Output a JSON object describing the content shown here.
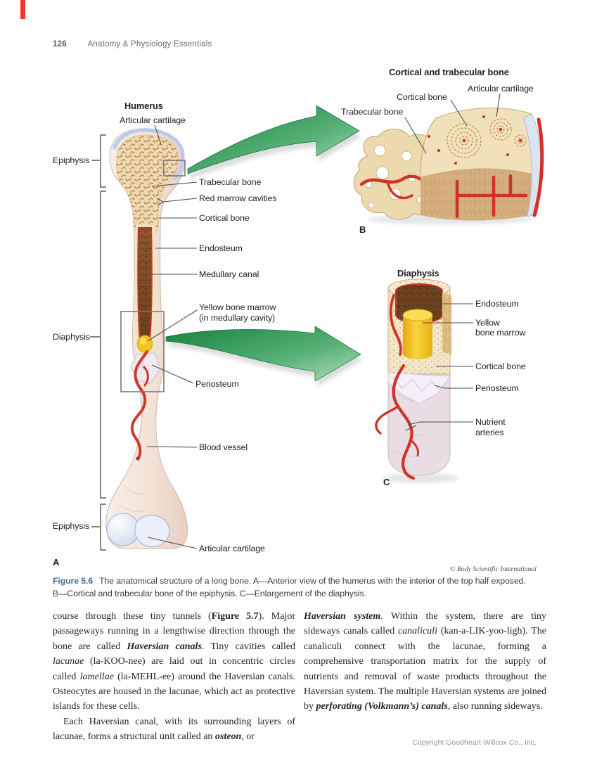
{
  "header": {
    "page_number": "126",
    "book_title": "Anatomy & Physiology Essentials"
  },
  "figure": {
    "panel_a": {
      "title": "Humerus",
      "letter": "A",
      "bracket_labels": {
        "epiphysis_top": "Epiphysis",
        "diaphysis": "Diaphysis",
        "epiphysis_bottom": "Epiphysis"
      },
      "labels": {
        "articular_cartilage_top": "Articular cartilage",
        "trabecular_bone": "Trabecular bone",
        "red_marrow_cavities": "Red marrow cavities",
        "cortical_bone": "Cortical bone",
        "endosteum": "Endosteum",
        "medullary_canal": "Medullary canal",
        "yellow_bone_marrow_1": "Yellow bone marrow",
        "yellow_bone_marrow_2": "(in medullary cavity)",
        "periosteum": "Periosteum",
        "blood_vessel": "Blood vessel",
        "articular_cartilage_bottom": "Articular cartilage"
      }
    },
    "panel_b": {
      "title": "Cortical and trabecular bone",
      "letter": "B",
      "labels": {
        "articular_cartilage": "Articular cartilage",
        "cortical_bone": "Cortical bone",
        "trabecular_bone": "Trabecular bone"
      }
    },
    "panel_c": {
      "title": "Diaphysis",
      "letter": "C",
      "labels": {
        "endosteum": "Endosteum",
        "yellow_bone_marrow_1": "Yellow",
        "yellow_bone_marrow_2": "bone marrow",
        "cortical_bone": "Cortical bone",
        "periosteum": "Periosteum",
        "nutrient_arteries_1": "Nutrient",
        "nutrient_arteries_2": "arteries"
      }
    },
    "credit": "© Body Scientific International",
    "caption": {
      "label": "Figure 5.6",
      "line1": "The anatomical structure of a long bone. A—Anterior view of the humerus with the interior of the top half exposed.",
      "line2": "B—Cortical and trabecular bone of the epiphysis. C—Enlargement of the diaphysis."
    }
  },
  "body": {
    "left_column": {
      "paragraphs": [
        {
          "indent": false,
          "segments": [
            {
              "t": "course through these tiny tunnels ("
            },
            {
              "t": "Figure 5.7",
              "b": true
            },
            {
              "t": "). Major passageways running in a lengthwise direction through the bone are called "
            },
            {
              "t": "Haversian canals",
              "b": true,
              "i": true
            },
            {
              "t": ". Tiny cavities called "
            },
            {
              "t": "lacunae",
              "i": true
            },
            {
              "t": " (la-KOO-nee) are laid out in concentric circles called "
            },
            {
              "t": "lamellae",
              "i": true
            },
            {
              "t": " (la-MEHL-ee) around the Haversian canals. Osteocytes are housed in the lacunae, which act as protective islands for these cells."
            }
          ]
        },
        {
          "indent": true,
          "segments": [
            {
              "t": "Each Haversian canal, with its surrounding layers of lacunae, forms a structural unit called an "
            },
            {
              "t": "osteon",
              "b": true,
              "i": true
            },
            {
              "t": ", or"
            }
          ]
        }
      ]
    },
    "right_column": {
      "paragraphs": [
        {
          "indent": false,
          "segments": [
            {
              "t": "Haversian system",
              "b": true,
              "i": true
            },
            {
              "t": ". Within the system, there are tiny sideways canals called "
            },
            {
              "t": "canaliculi",
              "i": true
            },
            {
              "t": " (kan-a-LIK-yoo-ligh). The canaliculi connect with the lacunae, forming a comprehensive transportation matrix for the supply of nutrients and removal of waste products throughout the Haversian system. The multiple Haversian systems are joined by "
            },
            {
              "t": "perforating (Volkmann’s) canals",
              "b": true,
              "i": true
            },
            {
              "t": ", also running sideways."
            }
          ]
        }
      ]
    }
  },
  "footer": {
    "copyright": "Copyright Goodheart-Willcox Co., Inc."
  },
  "colors": {
    "figure_label_blue": "#44708d",
    "arrow_green_dark": "#15813f",
    "arrow_green_light": "#b4ddc1",
    "vessel_red": "#d0382b",
    "marrow_yellow": "#f6c51d",
    "edge_tab_red": "#e8392f"
  }
}
